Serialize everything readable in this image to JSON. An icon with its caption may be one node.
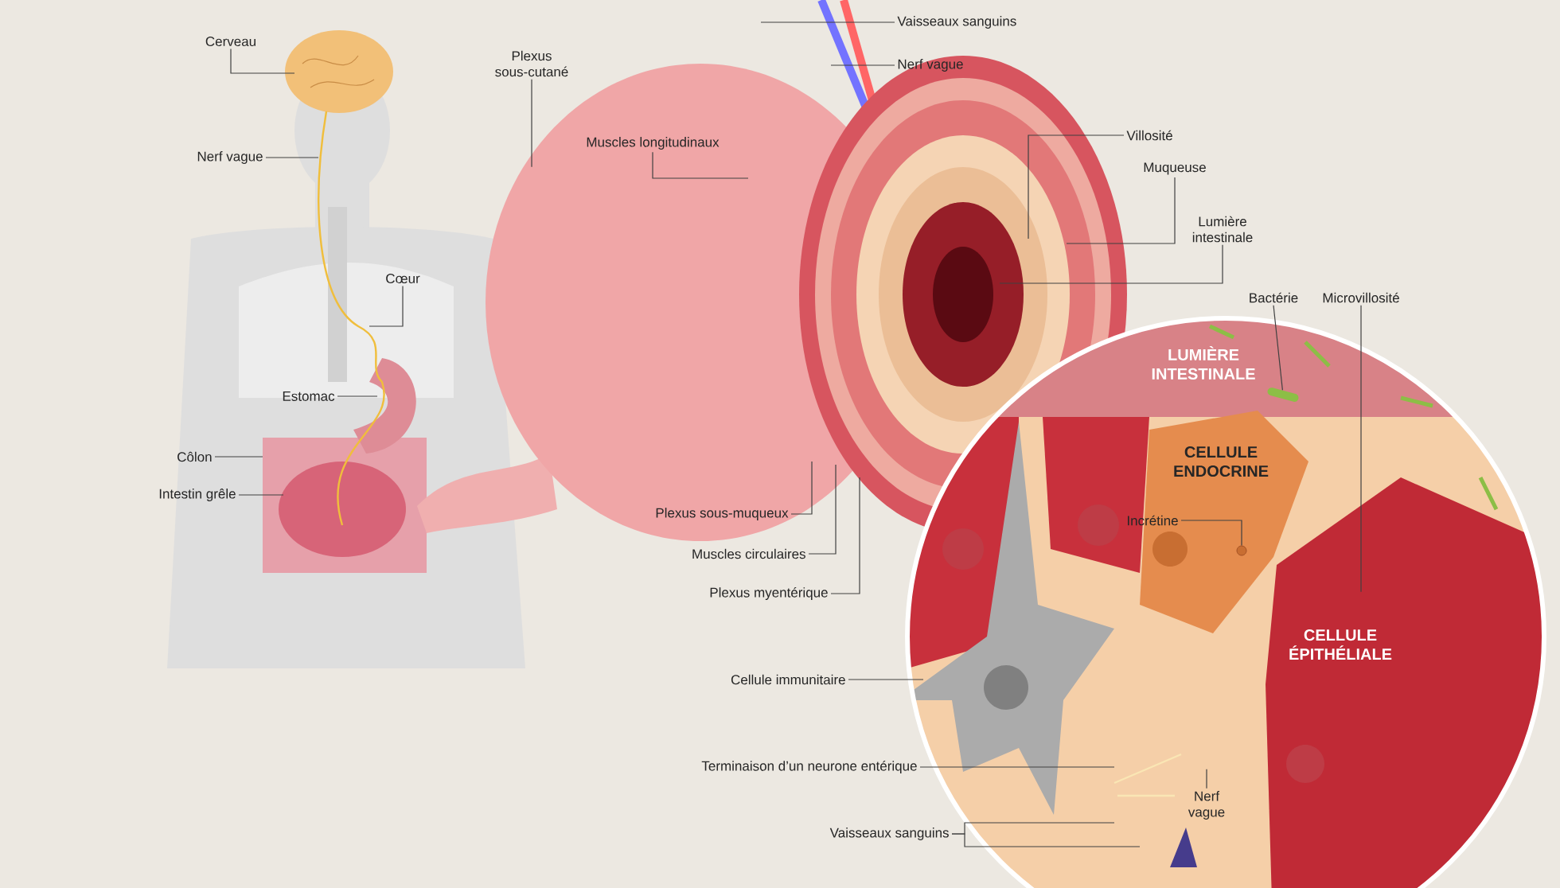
{
  "diagram": {
    "nodes": [
      {
        "text": [
          "Cerveau"
        ]
      },
      {
        "text": [
          "Nerf vague"
        ]
      },
      {
        "text": [
          "Cœur"
        ]
      },
      {
        "text": [
          "Estomac"
        ]
      },
      {
        "text": [
          "Côlon"
        ]
      },
      {
        "text": [
          "Intestin grêle"
        ]
      },
      {
        "text": [
          "Plexus sous-cutané"
        ]
      },
      {
        "text": [
          "Vaisseaux sanguins"
        ]
      },
      {
        "text": [
          "Nerf vague"
        ]
      },
      {
        "text": [
          "Muscles longitudinaux"
        ]
      },
      {
        "text": [
          "Villosité"
        ]
      },
      {
        "text": [
          "Muqueuse"
        ]
      },
      {
        "text": [
          "Lumière intestinale"
        ]
      },
      {
        "text": [
          "Bactérie"
        ]
      },
      {
        "text": [
          "Microvillosité"
        ]
      },
      {
        "text": [
          "Incrétine"
        ]
      },
      {
        "text": [
          "Plexus sous-muqueux"
        ]
      },
      {
        "text": [
          "Muscles circulaires"
        ]
      },
      {
        "text": [
          "Plexus myentérique"
        ]
      },
      {
        "text": [
          "Cellule immunitaire"
        ]
      },
      {
        "text": [
          "Terminaison d’un neurone entérique"
        ]
      },
      {
        "text": [
          "Vaisseaux sanguins"
        ]
      },
      {
        "text": [
          "Nerf vague"
        ]
      },
      {
        "text": [],
        "shape": "picture"
      },
      {
        "text": [],
        "shape": "circle"
      }
    ],
    "edges": [
      {
        "from": 0,
        "to": null,
        "arrow": "none"
      },
      {
        "from": 1,
        "to": null,
        "arrow": "none"
      },
      {
        "from": 2,
        "to": null,
        "arrow": "none"
      },
      {
        "from": 3,
        "to": null,
        "arrow": "none"
      },
      {
        "from": 4,
        "to": null,
        "arrow": "none"
      },
      {
        "from": 5,
        "to": null,
        "arrow": "none"
      },
      {
        "from": 6,
        "to": null,
        "arrow": "none"
      },
      {
        "from": 7,
        "to": null,
        "arrow": "none"
      },
      {
        "from": 8,
        "to": null,
        "arrow": "none"
      },
      {
        "from": 9,
        "to": null,
        "arrow": "none"
      },
      {
        "from": 10,
        "to": null,
        "arrow": "none"
      },
      {
        "from": 11,
        "to": null,
        "arrow": "none"
      },
      {
        "from": 12,
        "to": null,
        "arrow": "none"
      },
      {
        "from": 13,
        "to": 23,
        "arrow": "none"
      },
      {
        "from": 14,
        "to": null,
        "arrow": "none"
      },
      {
        "from": 15,
        "to": 24,
        "arrow": "none"
      },
      {
        "from": 16,
        "to": null,
        "arrow": "none"
      },
      {
        "from": 17,
        "to": null,
        "arrow": "none"
      },
      {
        "from": 18,
        "to": null,
        "arrow": "none"
      },
      {
        "from": 19,
        "to": null,
        "arrow": "none"
      },
      {
        "from": 20,
        "to": null,
        "arrow": "none"
      },
      {
        "from": 21,
        "to": null,
        "arrow": "none"
      },
      {
        "from": 21,
        "to": null,
        "arrow": "none"
      },
      {
        "from": 22,
        "to": null,
        "arrow": "none"
      }
    ],
    "labels": [
      "LUMIÈRE INTESTINALE",
      "CELLULE ENDOCRINE",
      "CELLULE ÉPITHÉLIALE"
    ]
  }
}
